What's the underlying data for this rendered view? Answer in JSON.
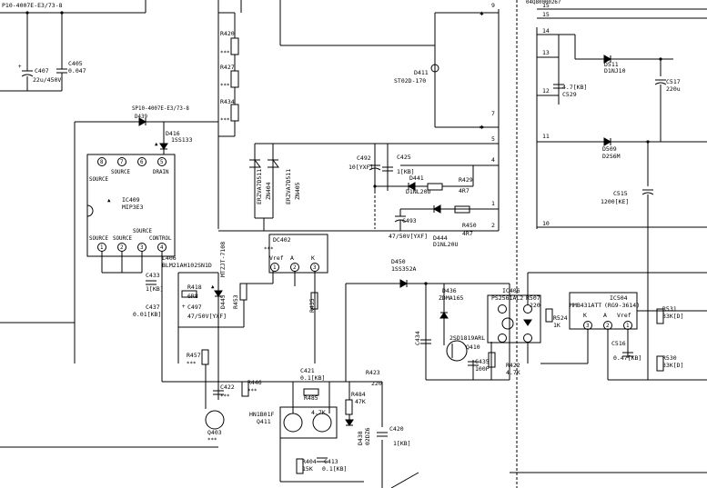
{
  "diagram": {
    "wires_note": "",
    "labels": {
      "p10": "P10-4007E-E3/73-8",
      "top_right": "04Q8000026?",
      "c405": "C405",
      "c405_v": "0.047",
      "c407": "C407",
      "c407_v": "22u/450V",
      "sp10": "SP10-4007E-E3/73-8",
      "d439": "D439",
      "d416": "D416",
      "d416_v": "1SS133",
      "r420": "R420",
      "r427": "R427",
      "r434": "R434",
      "stars": "***",
      "d411": "D411",
      "d411_v": "ST02D-170",
      "n9": "9",
      "n7": "7",
      "n5": "5",
      "n4": "4",
      "n1": "1",
      "n2": "2",
      "n15a": "15",
      "n15b": "15",
      "n14": "14",
      "n13": "13",
      "n12": "12",
      "n11": "11",
      "n10": "10",
      "c529": "C529",
      "c529_v": "4.7[KB]",
      "d511": "D511",
      "d511_v": "D1NJ10",
      "c517": "C517",
      "c517_v": "220u",
      "d509": "D509",
      "d509_v": "D2S6M",
      "c515": "C515",
      "c515_v": "1200[KE]",
      "ic409_src": "SOURCE",
      "ic409_src2": "SOURCE",
      "ic409_drain": "DRAIN",
      "ic409": "IC409",
      "ic409_v": "MIP3E3",
      "ic409_srcb": "SOURCE",
      "ic409_srcc": "SOURCE",
      "ic409_srcd": "SOURCE",
      "ic409_ctrl": "CONTROL",
      "p8": "8",
      "p7": "7",
      "p6": "6",
      "p5": "5",
      "p1": "1",
      "p2": "2",
      "p3": "3",
      "p4": "4",
      "zn404": "ZN404",
      "zn405": "ZN405",
      "zn_v": "ERZVA7D511",
      "zn_v2": "ERZVA7D511",
      "c492": "C492",
      "c492_v": "10[YXF]",
      "c425": "C425",
      "c425_v": "1[KB]",
      "d441": "D441",
      "d441_v": "D1NL20U",
      "r429": "R429",
      "r429_v": "4R7",
      "c493": "C493",
      "c493_v": "47/50V[YXF]",
      "d444": "D444",
      "d444_v": "D1NL20U",
      "r450": "R450",
      "r450_v": "4R7",
      "dc402": "DC402",
      "dc_vref": "Vref",
      "dc_a": "A",
      "dc_k": "K",
      "dc_1": "1",
      "dc_2": "2",
      "dc_3": "3",
      "l406": "L406",
      "l406_v": "BLM21AH102SN1D",
      "c433": "C433",
      "c433_v": "1[KB]",
      "r418": "R418",
      "r418_v": "6R8",
      "c437": "C437",
      "c437_v": "0.01[KB]",
      "c497": "C497",
      "c497_v": "47/50V[YXF]",
      "d445": "D445",
      "d445_v": "MTZJT-7108",
      "r453": "R453",
      "r435": "R435",
      "d450": "D450",
      "d450_v": "1SS352A",
      "d436": "D436",
      "d436_v": "ZDMA165",
      "c434": "C434",
      "q410": "Q410",
      "q410_v": "2SD1819ARL",
      "c435": "C435",
      "c435_v": "100P",
      "r422": "R422",
      "r422_v": "4.7K",
      "ic406": "IC406",
      "ic406_v": "PS2561AL2",
      "r507": "R507",
      "r507_v": "220",
      "r524": "R524",
      "r524_v": "1K",
      "ic504": "IC504",
      "ic504_v": "MMB431ATT",
      "ic504_v2": "(RG9-3614)",
      "ic504_k": "K",
      "ic504_a": "A",
      "ic504_vref": "Vref",
      "ic504_3": "3",
      "ic504_2": "2",
      "ic504_1": "1",
      "c516": "C516",
      "c516_v": "0.47[KB]",
      "r531": "R531",
      "r531_v": "33K[D]",
      "r530": "R530",
      "r530_v": "33K[D]",
      "r457": "R457",
      "c422": "C422",
      "r446": "R446",
      "q403": "Q403",
      "c421": "C421",
      "c421_v": "0.1[KB]",
      "r485": "R485",
      "r485_v": "4.7K",
      "r423": "R423",
      "r423_v": "220",
      "r484": "R484",
      "r484_v": "47K",
      "hn1b01f": "HN1B01F",
      "q411": "Q411",
      "d438": "D438",
      "d438_v": "02DZ6",
      "c420": "C420",
      "c420_v": "1[KB]",
      "r404": "R404",
      "r404_v": "15K",
      "c413": "C413",
      "c413_v": "0.1[KB]"
    }
  }
}
